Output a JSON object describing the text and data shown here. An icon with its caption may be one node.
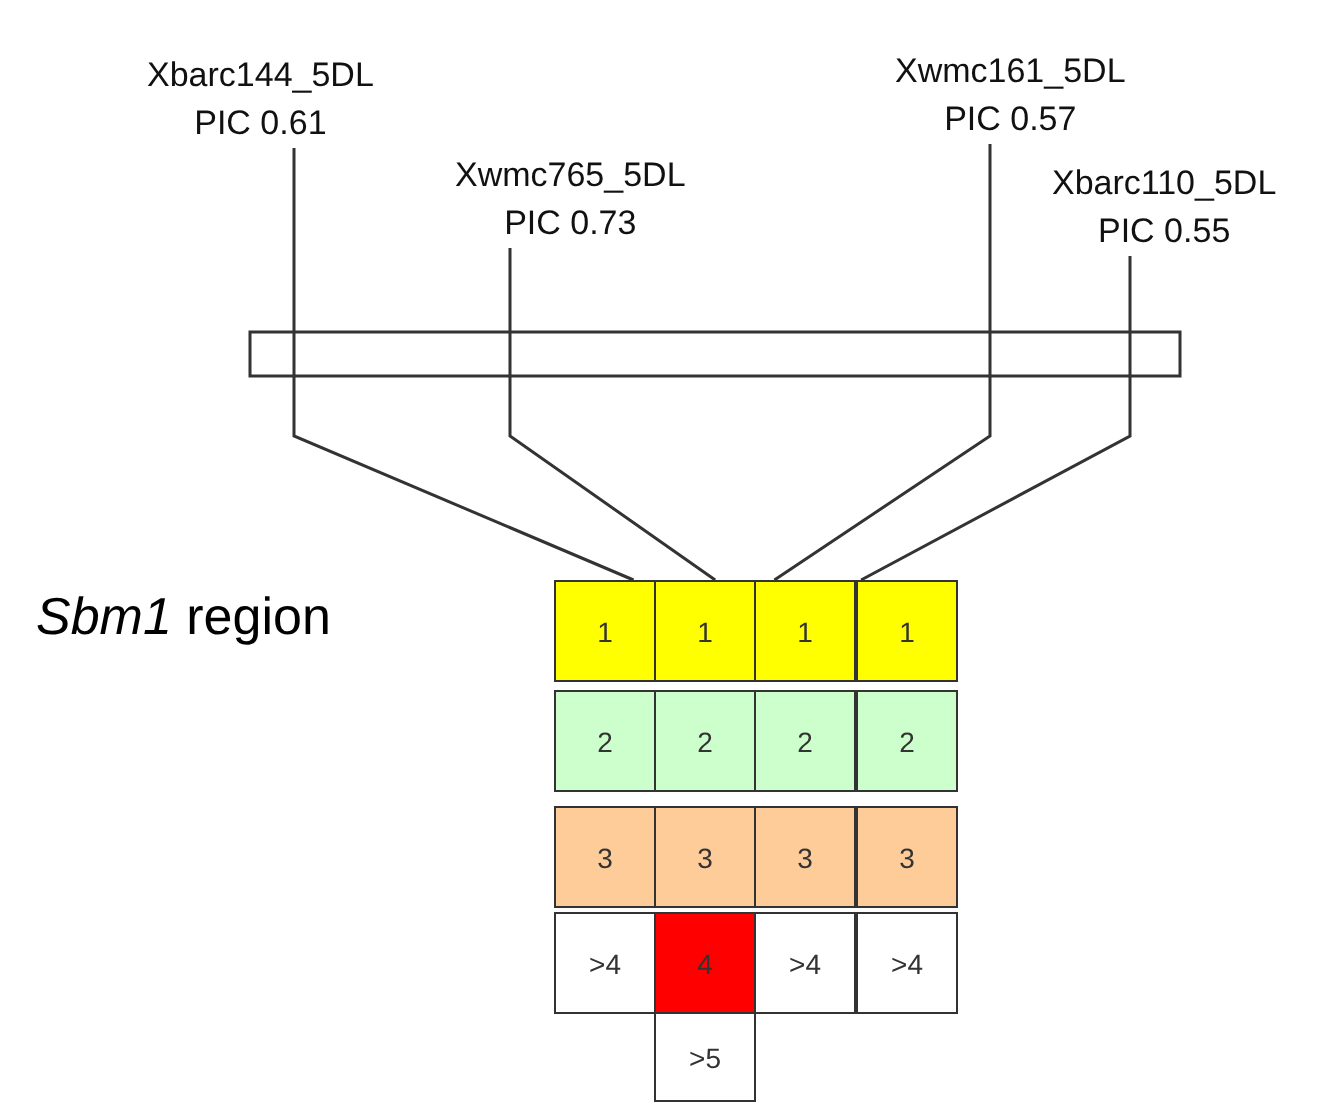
{
  "diagram": {
    "nodes": [
      {
        "text": [
          "Xbarc144_5DL",
          "PIC 0.61"
        ]
      },
      {
        "text": [
          "Xwmc765_5DL",
          "PIC 0.73"
        ]
      },
      {
        "text": [
          "Xwmc161_5DL",
          "PIC 0.57"
        ]
      },
      {
        "text": [
          "Xbarc110_5DL",
          "PIC 0.55"
        ]
      },
      {
        "text": [],
        "shape": "bar"
      },
      {
        "text": [
          "1"
        ]
      },
      {
        "text": [
          "1"
        ]
      },
      {
        "text": [
          "1"
        ]
      },
      {
        "text": [
          "1"
        ]
      },
      {
        "text": [
          "2"
        ]
      },
      {
        "text": [
          "2"
        ]
      },
      {
        "text": [
          "2"
        ]
      },
      {
        "text": [
          "2"
        ]
      },
      {
        "text": [
          "3"
        ]
      },
      {
        "text": [
          "3"
        ]
      },
      {
        "text": [
          "3"
        ]
      },
      {
        "text": [
          "3"
        ]
      },
      {
        "text": [
          ">4"
        ]
      },
      {
        "text": [
          "4"
        ]
      },
      {
        "text": [
          ">4"
        ]
      },
      {
        "text": [
          ">4"
        ]
      },
      {
        "text": [
          ">5"
        ]
      }
    ],
    "edges": [
      {
        "from": 0,
        "to": 5,
        "arrow": "none"
      },
      {
        "from": 1,
        "to": 6,
        "arrow": "none"
      },
      {
        "from": 2,
        "to": 7,
        "arrow": "none"
      },
      {
        "from": 3,
        "to": 8,
        "arrow": "none"
      }
    ],
    "labels": [
      "*Sbm1* region"
    ]
  }
}
